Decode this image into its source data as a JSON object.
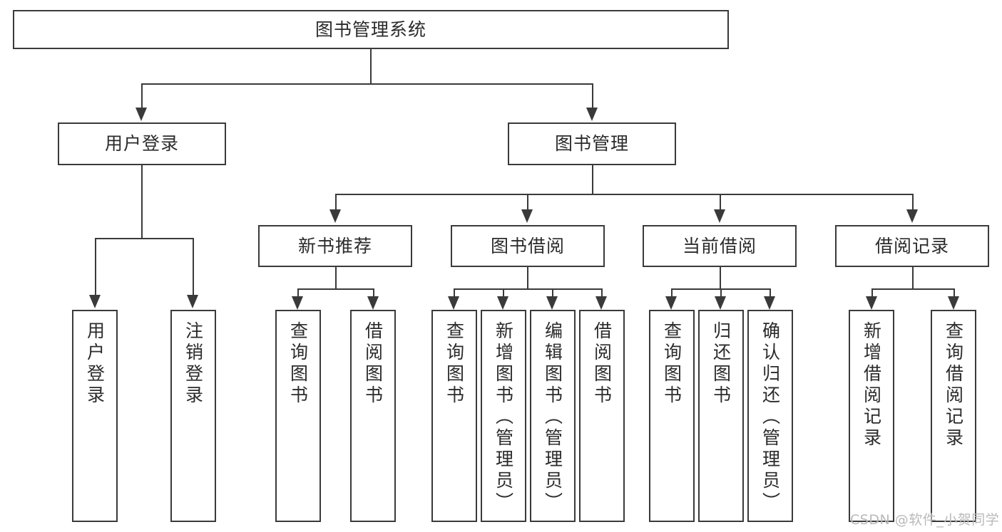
{
  "diagram": {
    "kind": "functional-structure-tree",
    "title": "图书管理系统",
    "watermark": "CSDN @软件_小贺同学",
    "colors": {
      "stroke": "#3a3a3a",
      "box_fill": "#ffffff",
      "text": "#2b2b2b",
      "background": "#ffffff",
      "watermark": "#b9b9b9"
    },
    "nodes": {
      "root": {
        "label": "图书管理系统"
      },
      "level2": [
        {
          "label": "用户登录"
        },
        {
          "label": "图书管理"
        }
      ],
      "level3": [
        {
          "label": "新书推荐"
        },
        {
          "label": "图书借阅"
        },
        {
          "label": "当前借阅"
        },
        {
          "label": "借阅记录"
        }
      ],
      "leaves": {
        "user_login": [
          {
            "label": "用户登录"
          },
          {
            "label": "注销登录"
          }
        ],
        "new_book_recommend": [
          {
            "label": "查询图书"
          },
          {
            "label": "借阅图书"
          }
        ],
        "book_borrow": [
          {
            "label": "查询图书"
          },
          {
            "label": "新增图书（管理员）"
          },
          {
            "label": "编辑图书（管理员）"
          },
          {
            "label": "借阅图书"
          }
        ],
        "current_borrow": [
          {
            "label": "查询图书"
          },
          {
            "label": "归还图书"
          },
          {
            "label": "确认归还（管理员）"
          }
        ],
        "borrow_record": [
          {
            "label": "新增借阅记录"
          },
          {
            "label": "查询借阅记录"
          }
        ]
      }
    }
  }
}
